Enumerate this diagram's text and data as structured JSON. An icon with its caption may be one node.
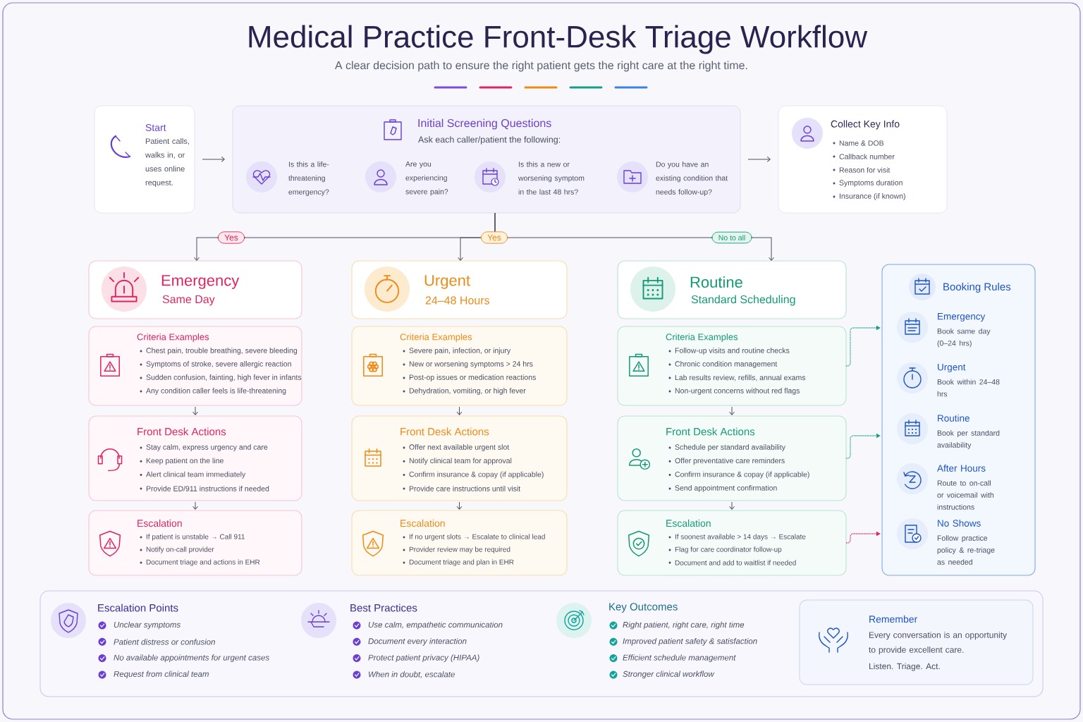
{
  "diagram": {
    "title": "Medical Practice Front-Desk Triage Workflow",
    "nodes": [
      {
        "text": [
          "Start",
          "Patient calls, walks in, or uses online request."
        ]
      },
      {
        "text": [
          "Initial Screening Questions",
          "Ask each caller/patient the following:"
        ]
      },
      {
        "text": [
          "Is this a life-threatening emergency?"
        ],
        "in": 1
      },
      {
        "text": [
          "Are you experiencing severe pain?"
        ],
        "in": 1
      },
      {
        "text": [
          "Is this a new or worsening symptom in the last 48 hrs?"
        ],
        "in": 1
      },
      {
        "text": [
          "Do you have an existing condition that needs follow-up?"
        ],
        "in": 1
      },
      {
        "text": [
          "Collect Key Info",
          "Name & DOB",
          "Callback number",
          "Reason for visit",
          "Symptoms duration",
          "Insurance (if known)"
        ]
      },
      {
        "text": [
          "Emergency",
          "Same Day"
        ]
      },
      {
        "text": [
          "Urgent",
          "24–48 Hours"
        ]
      },
      {
        "text": [
          "Routine",
          "Standard Scheduling"
        ]
      },
      {
        "text": [
          "Criteria Examples",
          "Chest pain, trouble breathing, severe bleeding",
          "Symptoms of stroke, severe allergic reaction",
          "Sudden confusion, fainting, high fever in infants",
          "Any condition caller feels is life-threatening"
        ]
      },
      {
        "text": [
          "Criteria Examples",
          "Severe pain, infection, or injury",
          "New or worsening symptoms > 24 hrs",
          "Post-op issues or medication reactions",
          "Dehydration, vomiting, or high fever"
        ]
      },
      {
        "text": [
          "Criteria Examples",
          "Follow-up visits and routine checks",
          "Chronic condition management",
          "Lab results review, refills, annual exams",
          "Non-urgent concerns without red flags"
        ]
      },
      {
        "text": [
          "Front Desk Actions",
          "Stay calm, express urgency and care",
          "Keep patient on the line",
          "Alert clinical team immediately",
          "Provide ED/911 instructions if needed"
        ]
      },
      {
        "text": [
          "Front Desk Actions",
          "Offer next available urgent slot",
          "Notify clinical team for approval",
          "Confirm insurance & copay (if applicable)",
          "Provide care instructions until visit"
        ]
      },
      {
        "text": [
          "Front Desk Actions",
          "Schedule per standard availability",
          "Offer preventative care reminders",
          "Confirm insurance & copay (if applicable)",
          "Send appointment confirmation"
        ]
      },
      {
        "text": [
          "Escalation",
          "If patient is unstable → Call 911",
          "Notify on-call provider",
          "Document triage and actions in EHR"
        ]
      },
      {
        "text": [
          "Escalation",
          "If no urgent slots → Escalate to clinical lead",
          "Provider review may be required",
          "Document triage and plan in EHR"
        ]
      },
      {
        "text": [
          "Escalation",
          "If soonest available > 14 days → Escalate",
          "Flag for care coordinator follow-up",
          "Document and add to waitlist if needed"
        ]
      },
      {
        "text": [
          "Booking Rules"
        ]
      },
      {
        "text": [
          "Emergency",
          "Book same day (0–24 hrs)"
        ],
        "in": 19
      },
      {
        "text": [
          "Urgent",
          "Book within 24–48 hrs"
        ],
        "in": 19
      },
      {
        "text": [
          "Routine",
          "Book per standard availability"
        ],
        "in": 19
      },
      {
        "text": [
          "After Hours",
          "Route to on-call or voicemail with instructions"
        ],
        "in": 19
      },
      {
        "text": [
          "No Shows",
          "Follow practice policy & re-triage as needed"
        ],
        "in": 19
      },
      {
        "text": [
          "Escalation Points",
          "Unclear symptoms",
          "Patient distress or confusion",
          "No available appointments for urgent cases",
          "Request from clinical team",
          "Best Practices",
          "Use calm, empathetic communication",
          "Document every interaction",
          "Protect patient privacy (HIPAA)",
          "When in doubt, escalate",
          "Key Outcomes",
          "Right patient, right care, right time",
          "Improved patient safety & satisfaction",
          "Efficient schedule management",
          "Stronger clinical workflow"
        ]
      },
      {
        "text": [
          "Remember",
          "Every conversation is an opportunity to provide excellent care.",
          "Listen. Triage. Act."
        ],
        "in": 25
      }
    ],
    "edges": [
      {
        "from": 0,
        "to": 1,
        "arrow": "to"
      },
      {
        "from": 1,
        "to": 6,
        "arrow": "to"
      },
      {
        "from": 1,
        "to": 7,
        "arrow": "to",
        "label": "Yes"
      },
      {
        "from": 1,
        "to": 8,
        "arrow": "to",
        "label": "Yes"
      },
      {
        "from": 1,
        "to": 9,
        "arrow": "to",
        "label": "No to all"
      },
      {
        "from": 10,
        "to": 13,
        "arrow": "to"
      },
      {
        "from": 13,
        "to": 16,
        "arrow": "to"
      },
      {
        "from": 11,
        "to": 14,
        "arrow": "to"
      },
      {
        "from": 14,
        "to": 17,
        "arrow": "to"
      },
      {
        "from": 12,
        "to": 15,
        "arrow": "to"
      },
      {
        "from": 15,
        "to": 18,
        "arrow": "to"
      },
      {
        "from": 12,
        "to": 19,
        "arrow": "to",
        "style": "dashed",
        "color": "#14a085"
      },
      {
        "from": 15,
        "to": 19,
        "arrow": "to",
        "style": "dashed",
        "color": "#14a085"
      },
      {
        "from": 18,
        "to": 19,
        "arrow": "to",
        "style": "dashed",
        "color": "#e0245e"
      }
    ],
    "labels": [
      "A clear decision path to ensure the right patient gets the right care at the right time."
    ]
  }
}
